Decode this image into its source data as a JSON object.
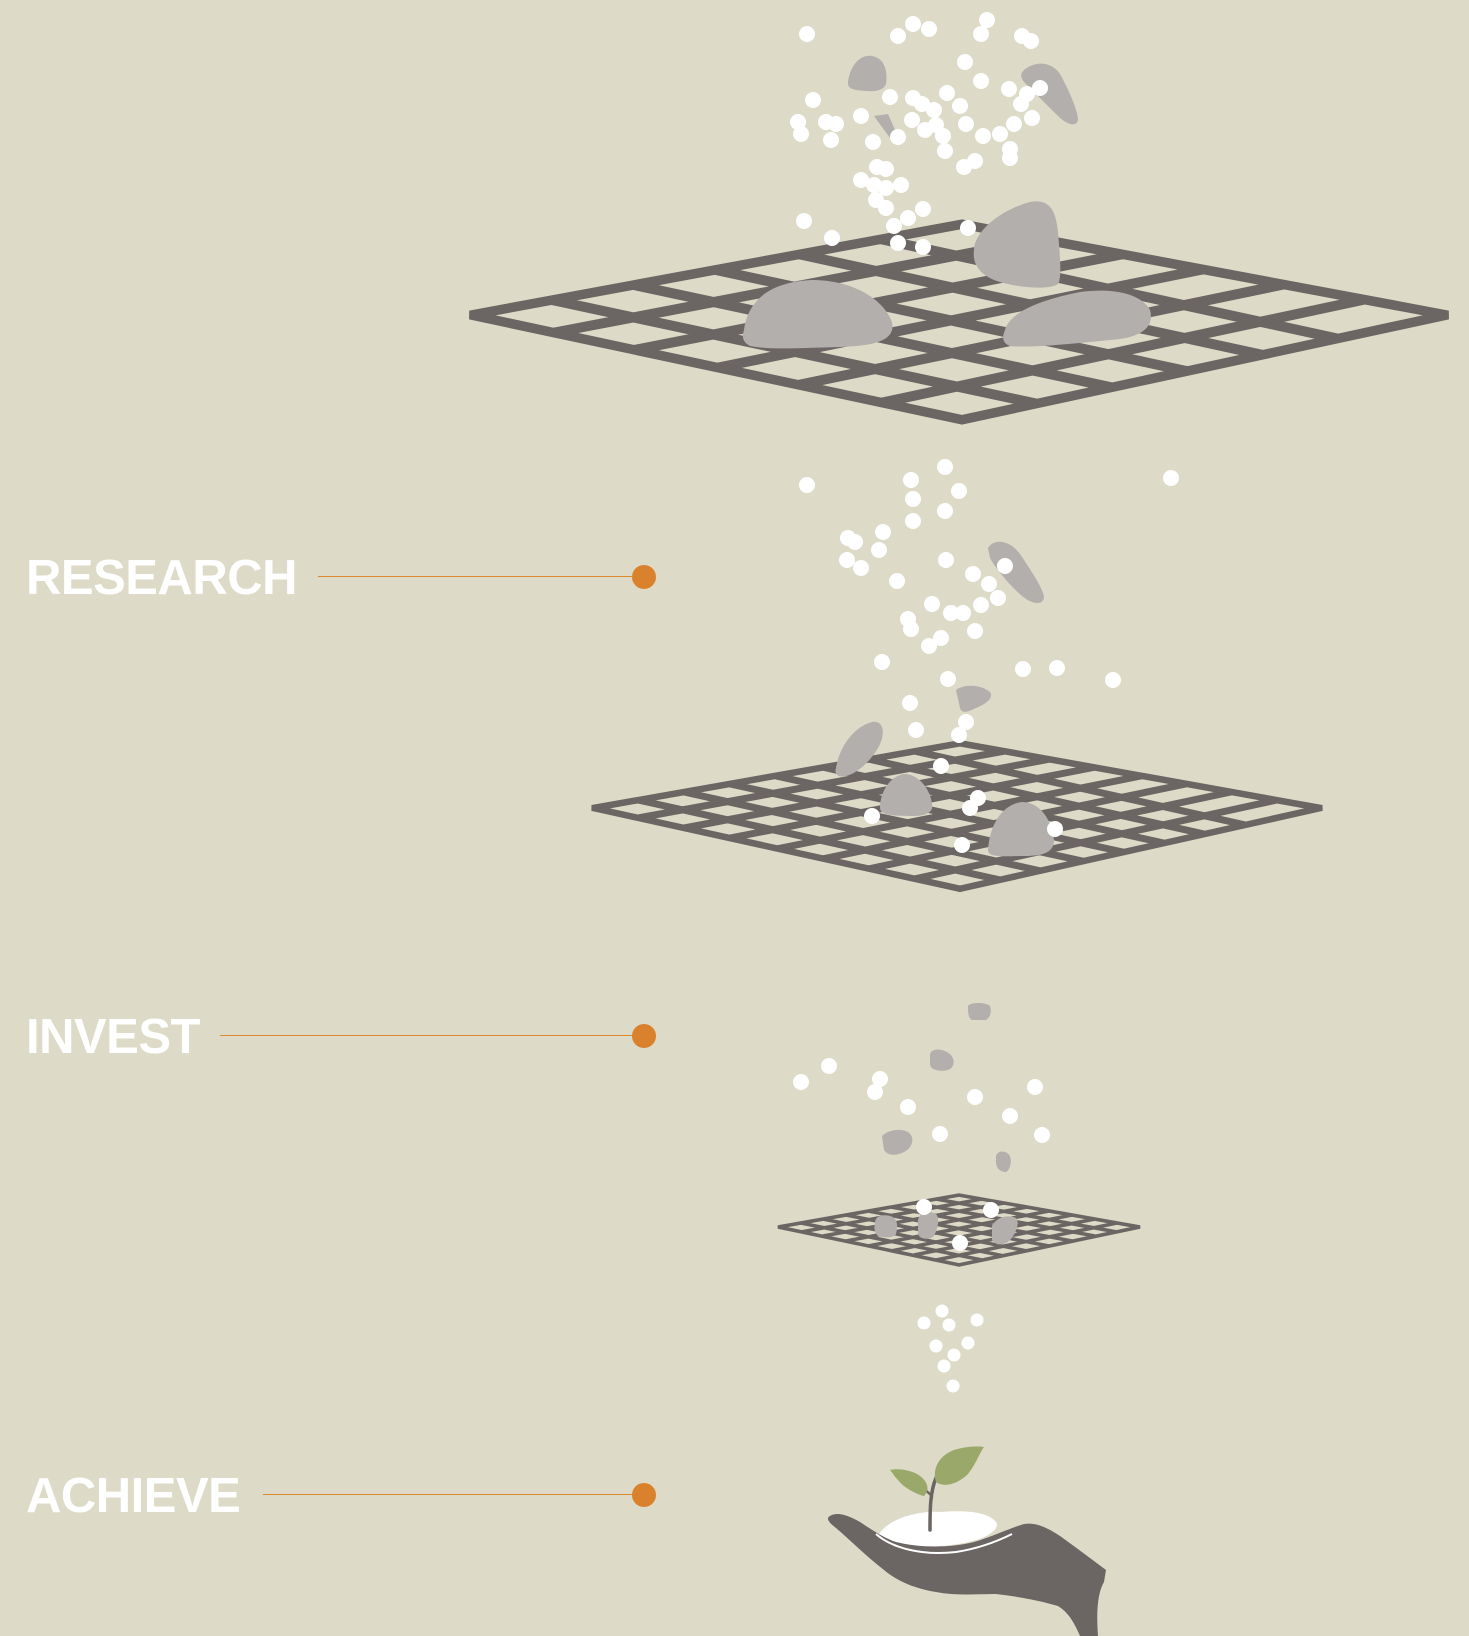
{
  "stages": [
    {
      "id": "research",
      "label": "RESEARCH"
    },
    {
      "id": "invest",
      "label": "INVEST"
    },
    {
      "id": "achieve",
      "label": "ACHIEVE"
    }
  ],
  "colors": {
    "background": "#dddac7",
    "grid": "#6b6563",
    "rock": "#b3afad",
    "particle": "#ffffff",
    "accent": "#d9812c",
    "hand": "#6b6563",
    "leaf": "#9aa86a"
  }
}
